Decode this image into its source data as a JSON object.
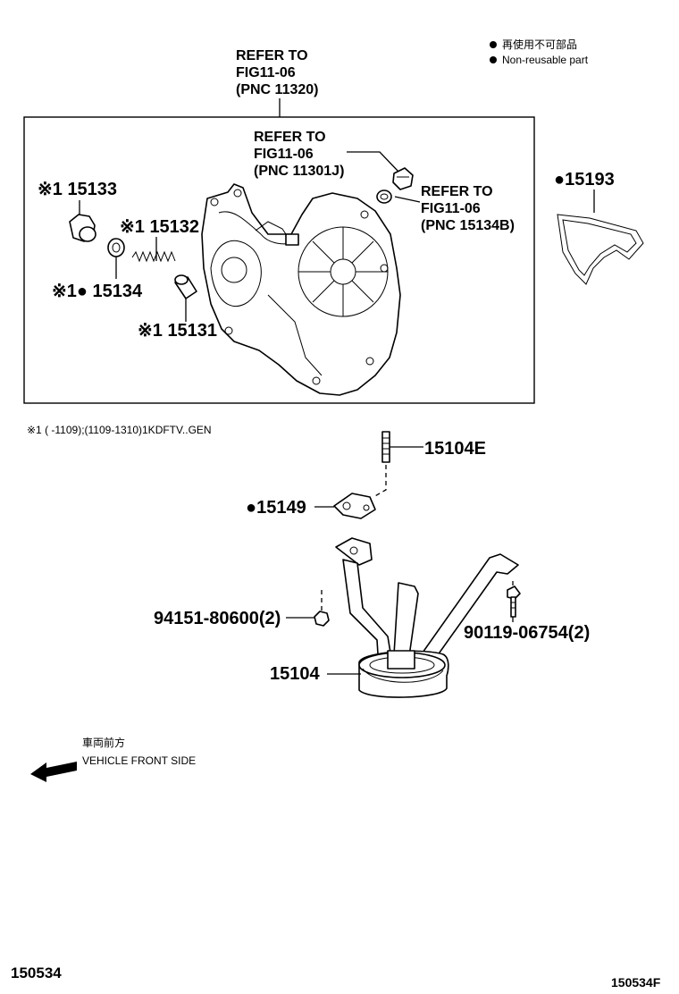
{
  "legend": {
    "jp": "再使用不可部品",
    "en": "Non-reusable part"
  },
  "refs": {
    "top": {
      "l1": "REFER TO",
      "l2": "FIG11-06",
      "l3": "(PNC 11320)"
    },
    "inner": {
      "l1": "REFER TO",
      "l2": "FIG11-06",
      "l3": "(PNC 11301J)"
    },
    "right": {
      "l1": "REFER TO",
      "l2": "FIG11-06",
      "l3": "(PNC 15134B)"
    }
  },
  "parts": {
    "p15133": "※1 15133",
    "p15132": "※1 15132",
    "p15134": "※1● 15134",
    "p15131": "※1 15131",
    "p15193": "●15193",
    "p15104E": "15104E",
    "p15149": "●15149",
    "p94151": "94151-80600(2)",
    "p90119": "90119-06754(2)",
    "p15104": "15104"
  },
  "footnote": "※1 (      -1109);(1109-1310)1KDFTV..GEN",
  "front": {
    "jp": "車両前方",
    "en": "VEHICLE FRONT SIDE"
  },
  "codes": {
    "left": "150534",
    "right": "150534F"
  }
}
